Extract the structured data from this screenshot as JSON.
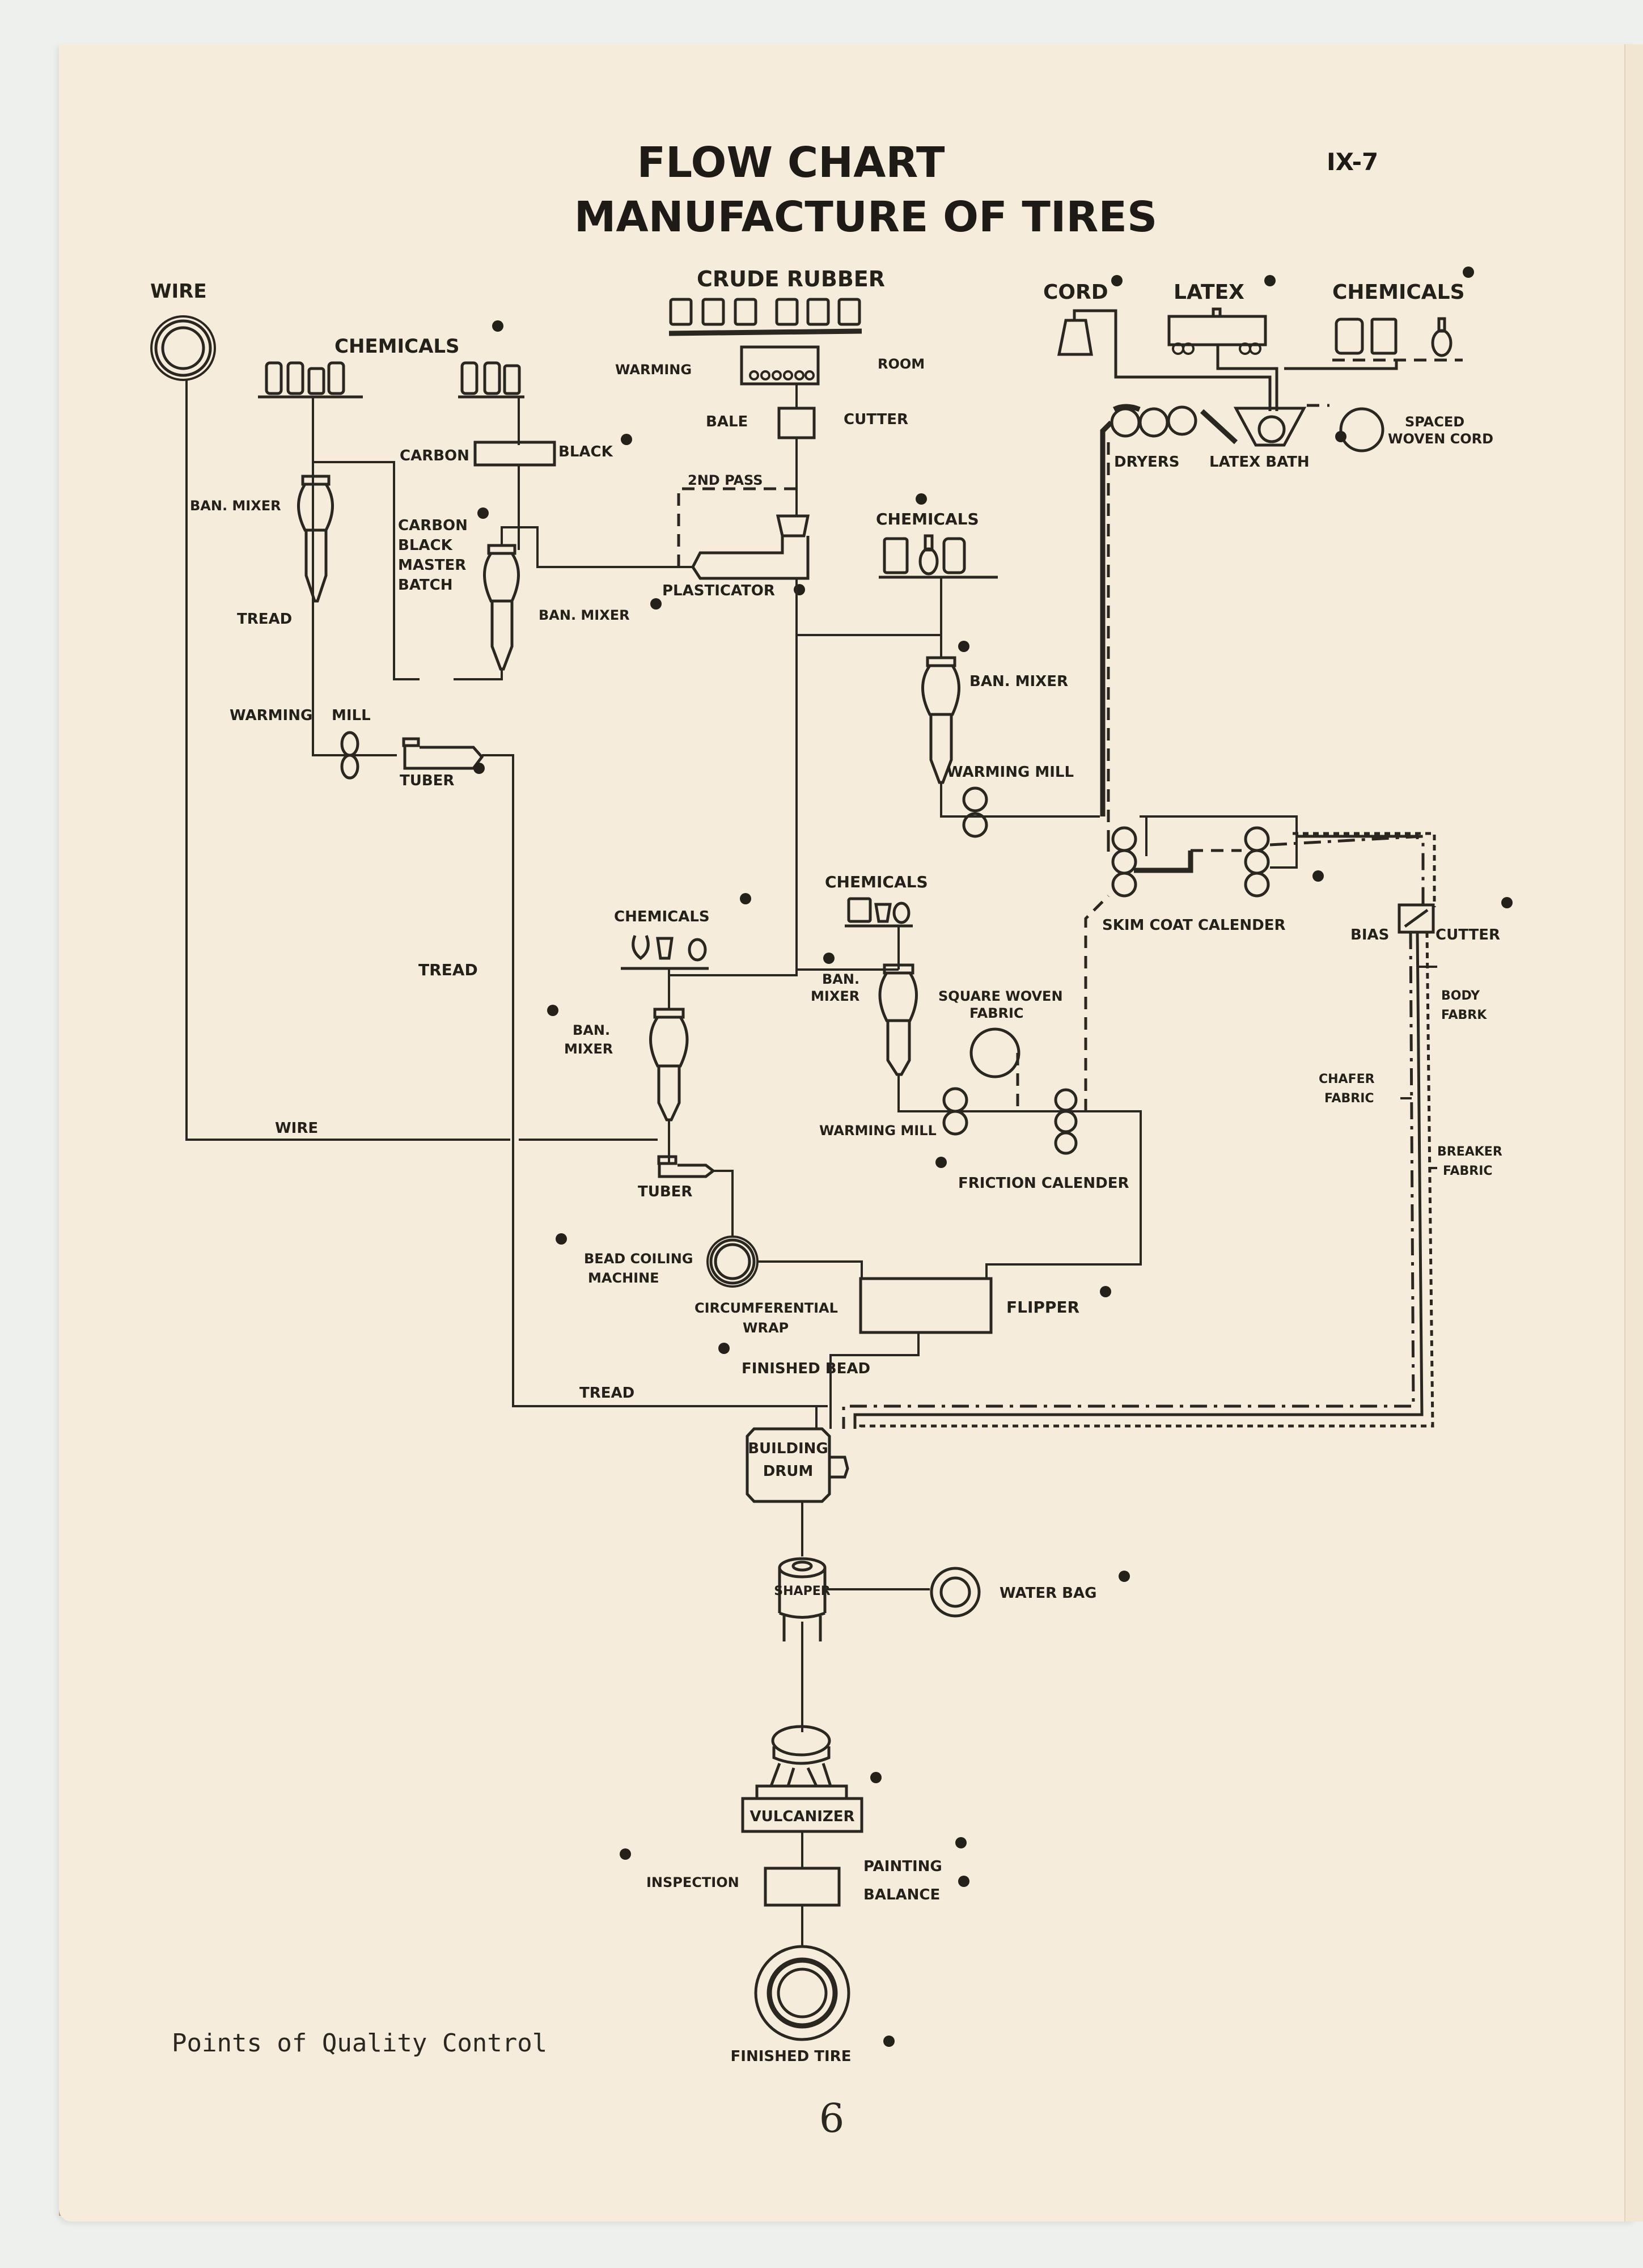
{
  "document": {
    "title_line1": "FLOW CHART",
    "title_line2": "MANUFACTURE OF TIRES",
    "section_code": "IX-7",
    "footer_note": "Points of Quality Control",
    "page_number": "6",
    "paper_color": "#f5ecdc",
    "ink_color": "#2a2620"
  },
  "labels": {
    "wire_top": "WIRE",
    "chemicals_left": "CHEMICALS",
    "crude_rubber": "CRUDE RUBBER",
    "warming": "WARMING",
    "room": "ROOM",
    "bale": "BALE",
    "cutter": "CUTTER",
    "cord": "CORD",
    "latex": "LATEX",
    "chemicals_right": "CHEMICALS",
    "dryers": "DRYERS",
    "latex_bath": "LATEX BATH",
    "spaced_woven_cord_1": "SPACED",
    "spaced_woven_cord_2": "WOVEN CORD",
    "carbon": "CARBON",
    "black": "BLACK",
    "ban_mixer_1": "BAN. MIXER",
    "cbmb_1": "CARBON",
    "cbmb_2": "BLACK",
    "cbmb_3": "MASTER",
    "cbmb_4": "BATCH",
    "second_pass": "2ND PASS",
    "ban_mixer_2": "BAN. MIXER",
    "plasticator": "PLASTICATOR",
    "chemicals_mid": "CHEMICALS",
    "ban_mixer_3": "BAN. MIXER",
    "tread_1": "TREAD",
    "warming_mill_1": "WARMING",
    "warming_mill_1b": "MILL",
    "tuber_1": "TUBER",
    "warming_mill_2": "WARMING MILL",
    "chemicals_lower": "CHEMICALS",
    "chemicals_lower_left": "CHEMICALS",
    "skim_coat_calender": "SKIM COAT CALENDER",
    "bias": "BIAS",
    "cutter_2": "CUTTER",
    "body_fabric_1": "BODY",
    "body_fabric_2": "FABRK",
    "tread_2": "TREAD",
    "ban_mixer_4a": "BAN.",
    "ban_mixer_4b": "MIXER",
    "ban_mixer_5a": "BAN.",
    "ban_mixer_5b": "MIXER",
    "square_woven_1": "SQUARE WOVEN",
    "square_woven_2": "FABRIC",
    "chafer_1": "CHAFER",
    "chafer_2": "FABRIC",
    "wire_mid": "WIRE",
    "warming_mill_3": "WARMING MILL",
    "breaker_1": "BREAKER",
    "breaker_2": "FABRIC",
    "tuber_2": "TUBER",
    "friction_calender": "FRICTION CALENDER",
    "bead_coiling_1": "BEAD COILING",
    "bead_coiling_2": "MACHINE",
    "circumferential_1": "CIRCUMFERENTIAL",
    "circumferential_2": "WRAP",
    "flipper": "FLIPPER",
    "finished_bead": "FINISHED BEAD",
    "tread_3": "TREAD",
    "building_drum_1": "BUILDING",
    "building_drum_2": "DRUM",
    "shaper": "SHAPER",
    "water_bag": "WATER BAG",
    "vulcanizer": "VULCANIZER",
    "inspection": "INSPECTION",
    "painting_1": "PAINTING",
    "painting_2": "BALANCE",
    "finished_tire": "FINISHED TIRE"
  },
  "quality_control_points": [
    "chemicals-left",
    "carbon-black",
    "carbon-black-master-batch",
    "ban-mixer-2",
    "plasticator",
    "cord",
    "latex",
    "chemicals-right",
    "spaced-woven-cord",
    "tuber-1",
    "chemicals-lower",
    "chemicals-lower-left",
    "ban-mixer-4",
    "ban-mixer-5",
    "skim-coat-calender",
    "bias-cutter",
    "friction-calender",
    "bead-coiling-machine",
    "finished-bead",
    "flipper",
    "water-bag",
    "vulcanizer",
    "inspection",
    "painting-balance",
    "finished-tire"
  ]
}
